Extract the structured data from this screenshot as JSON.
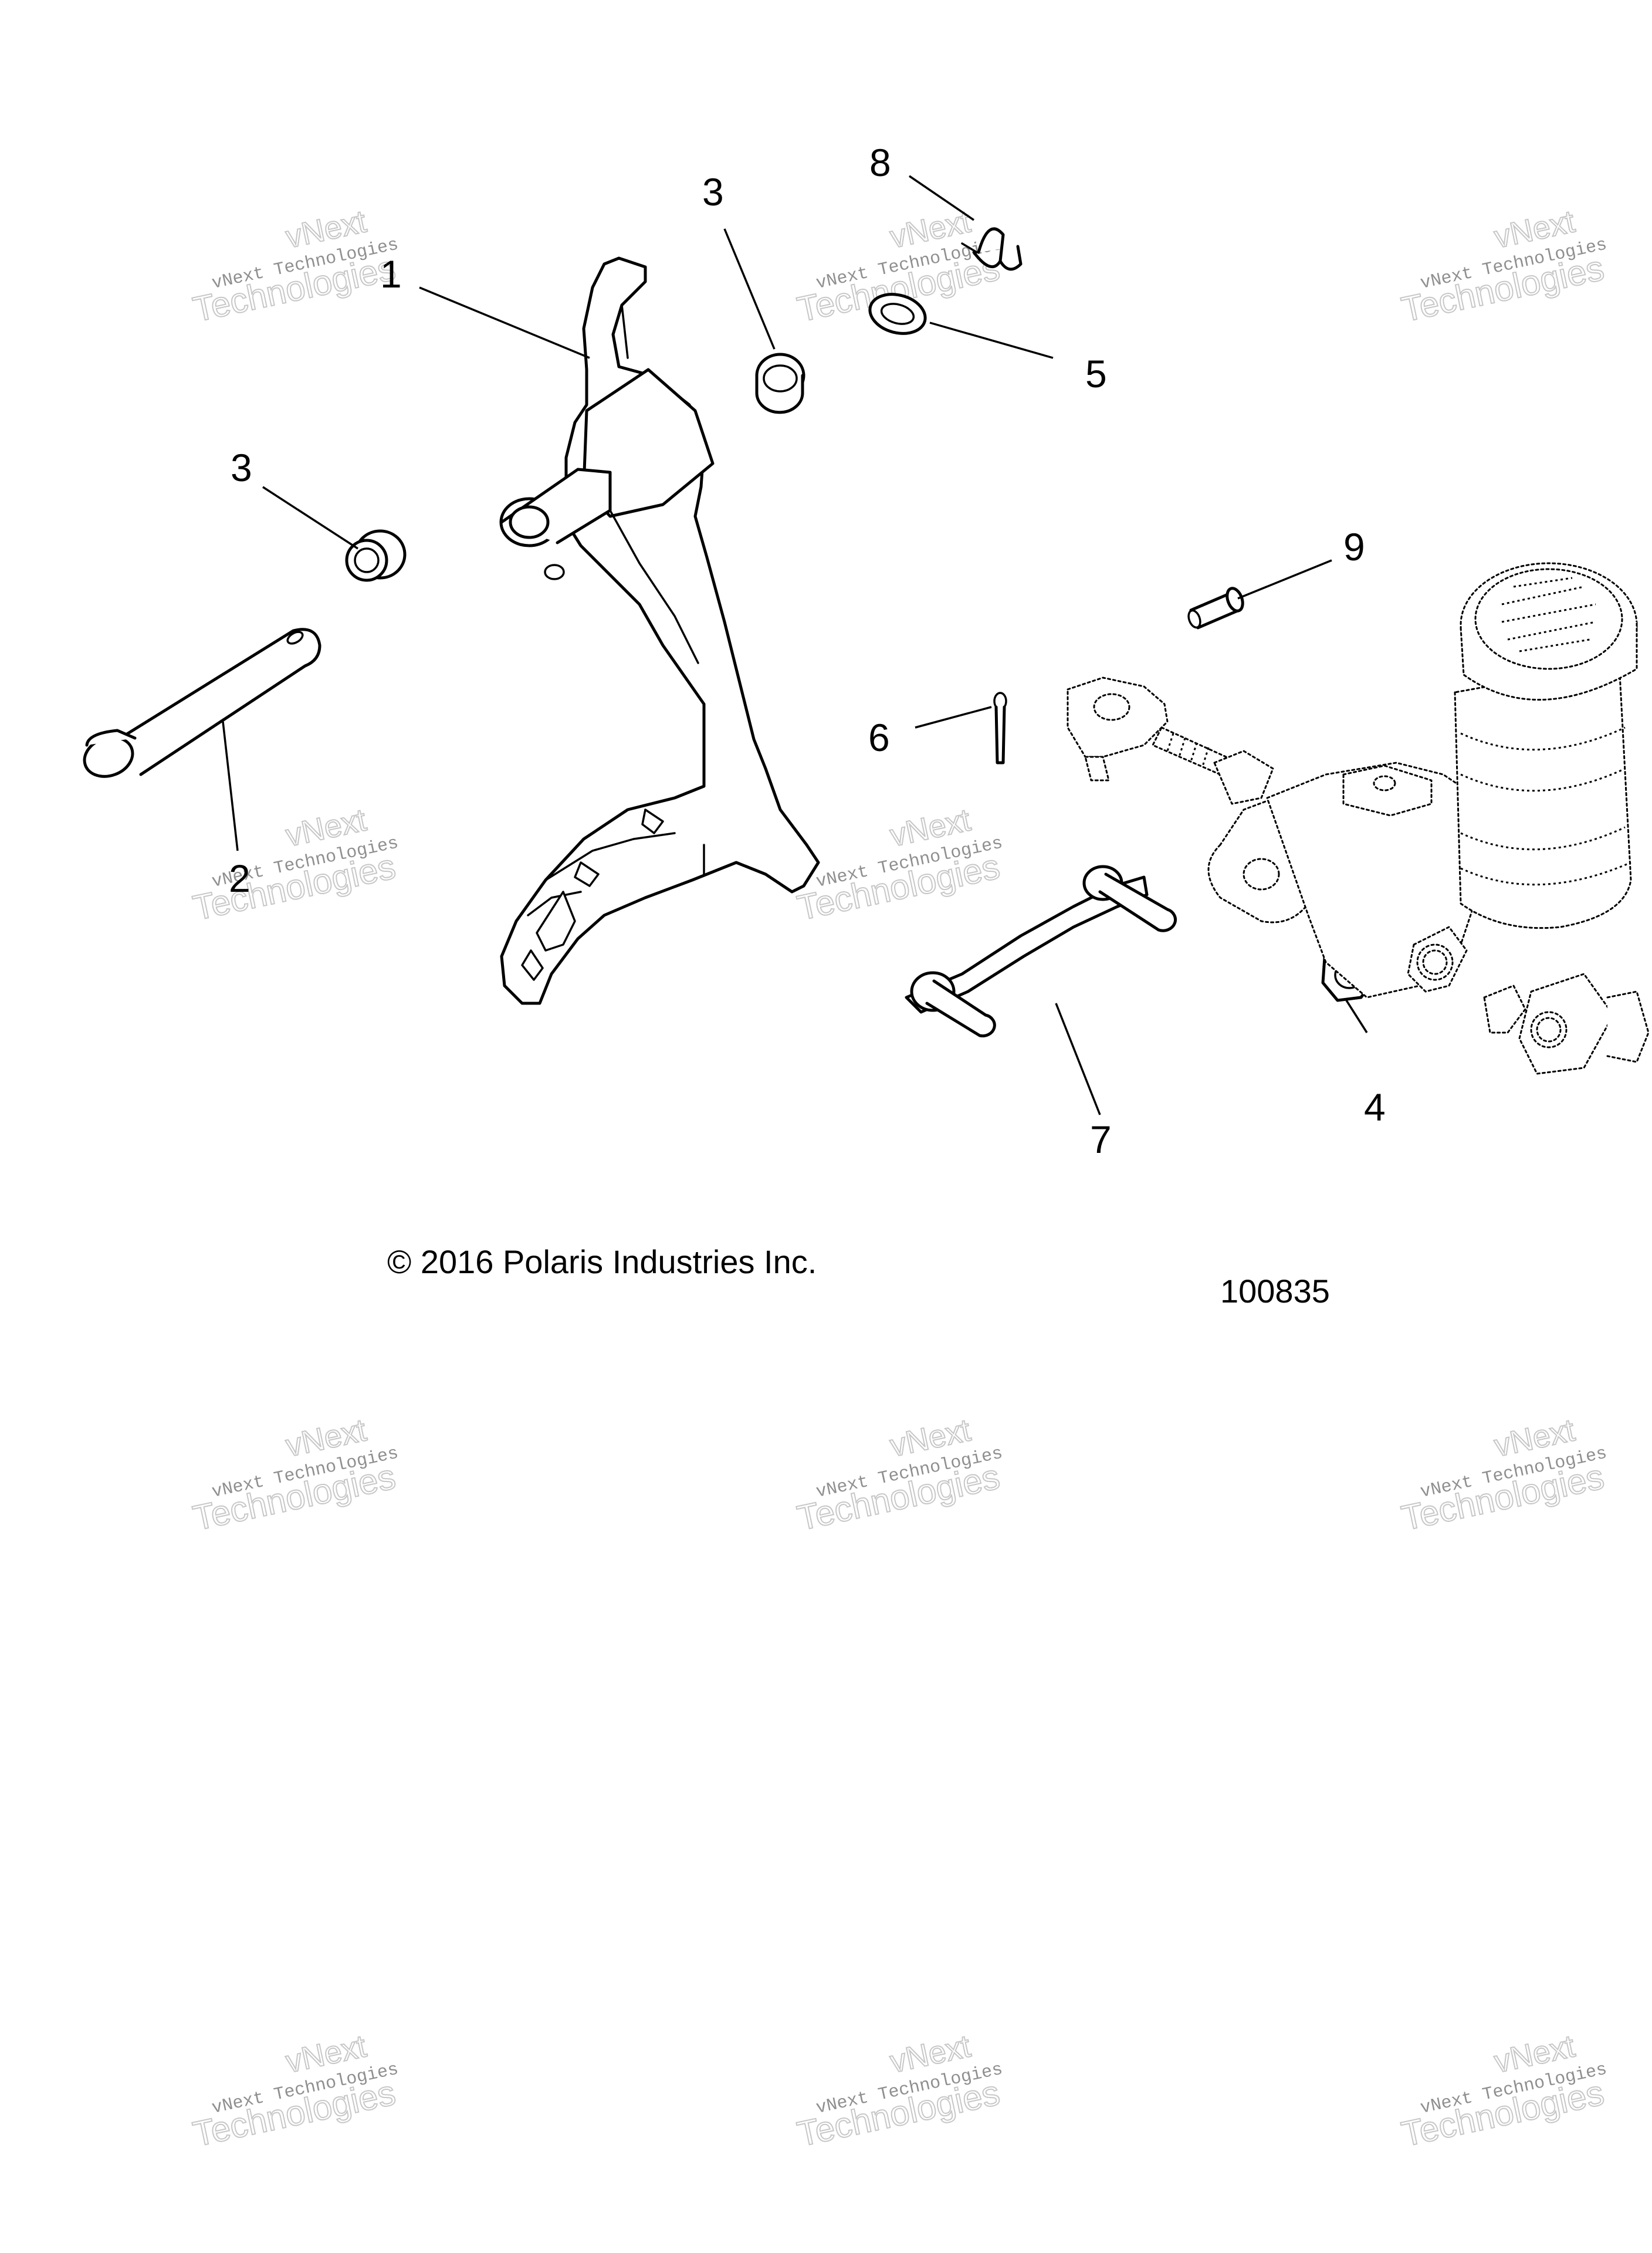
{
  "diagram": {
    "callouts": [
      "1",
      "2",
      "3",
      "3",
      "4",
      "5",
      "6",
      "7",
      "8",
      "9"
    ],
    "copyright": "© 2016 Polaris Industries Inc.",
    "figure_number": "100835"
  },
  "watermark": {
    "line1": "vNext Technologies",
    "line2": "vNext",
    "line3": "Technologies"
  }
}
